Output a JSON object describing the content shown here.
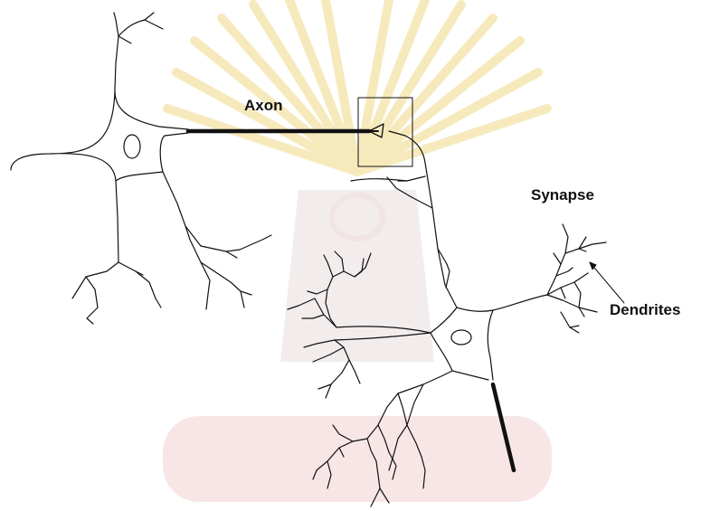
{
  "labels": {
    "axon": "Axon",
    "synapse": "Synapse",
    "dendrites": "Dendrites"
  },
  "colors": {
    "line": "#111111",
    "watermark_rays": "#f3e3a8",
    "watermark_body": "#efe6e6",
    "watermark_base": "#f6dede"
  }
}
